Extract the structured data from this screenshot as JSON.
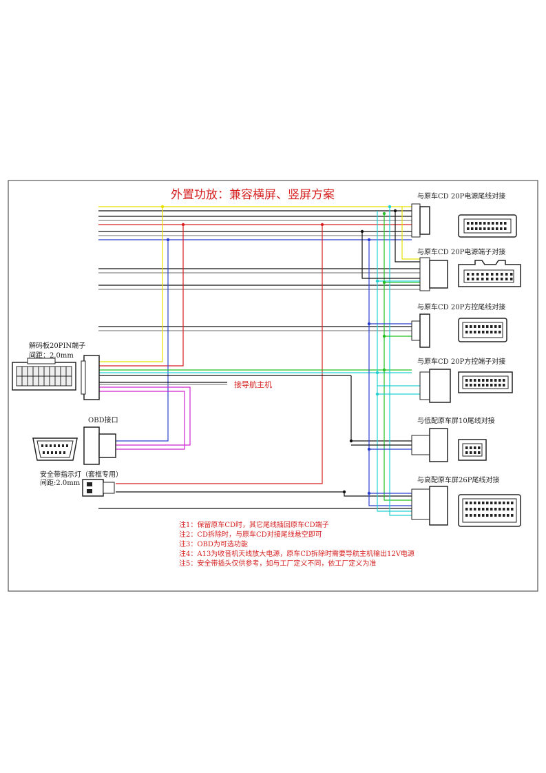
{
  "title": "外置功放：兼容横屏、竖屏方案",
  "left_connectors": {
    "decoder": {
      "name": "解码板20PIN端子",
      "pitch": "间距：2.0mm"
    },
    "obd": {
      "name": "OBD接口"
    },
    "seatbelt": {
      "name": "安全带指示灯（套框专用）",
      "pitch": "间距:2.0mm"
    }
  },
  "nav_target": "接导航主机",
  "right_connectors": [
    {
      "label": "与原车CD 20P电源尾线对接"
    },
    {
      "label": "与原车CD 20P电源端子对接"
    },
    {
      "label": "与原车CD 20P方控尾线对接"
    },
    {
      "label": "与原车CD 20P方控端子对接"
    },
    {
      "label": "与低配原车屏10尾线对接"
    },
    {
      "label": "与高配原车屏26P尾线对接"
    }
  ],
  "notes": [
    "注1：保留原车CD时，其它尾线插回原车CD端子",
    "注2：CD拆除时，与原车CD对接尾线悬空即可",
    "注3：OBD为可选功能",
    "注4：A13为收音机天线放大电源，原车CD拆除时需要导航主机输出12V电源",
    "注5：安全带插头仅供参考，如与工厂定义不同，依工厂定义为准"
  ],
  "colors": {
    "yellow": "#e8e000",
    "red": "#d62020",
    "blue": "#2a3fd0",
    "green": "#22c022",
    "cyan": "#22d0d0",
    "magenta": "#d020d0",
    "black": "#111111",
    "gray": "#888888"
  }
}
